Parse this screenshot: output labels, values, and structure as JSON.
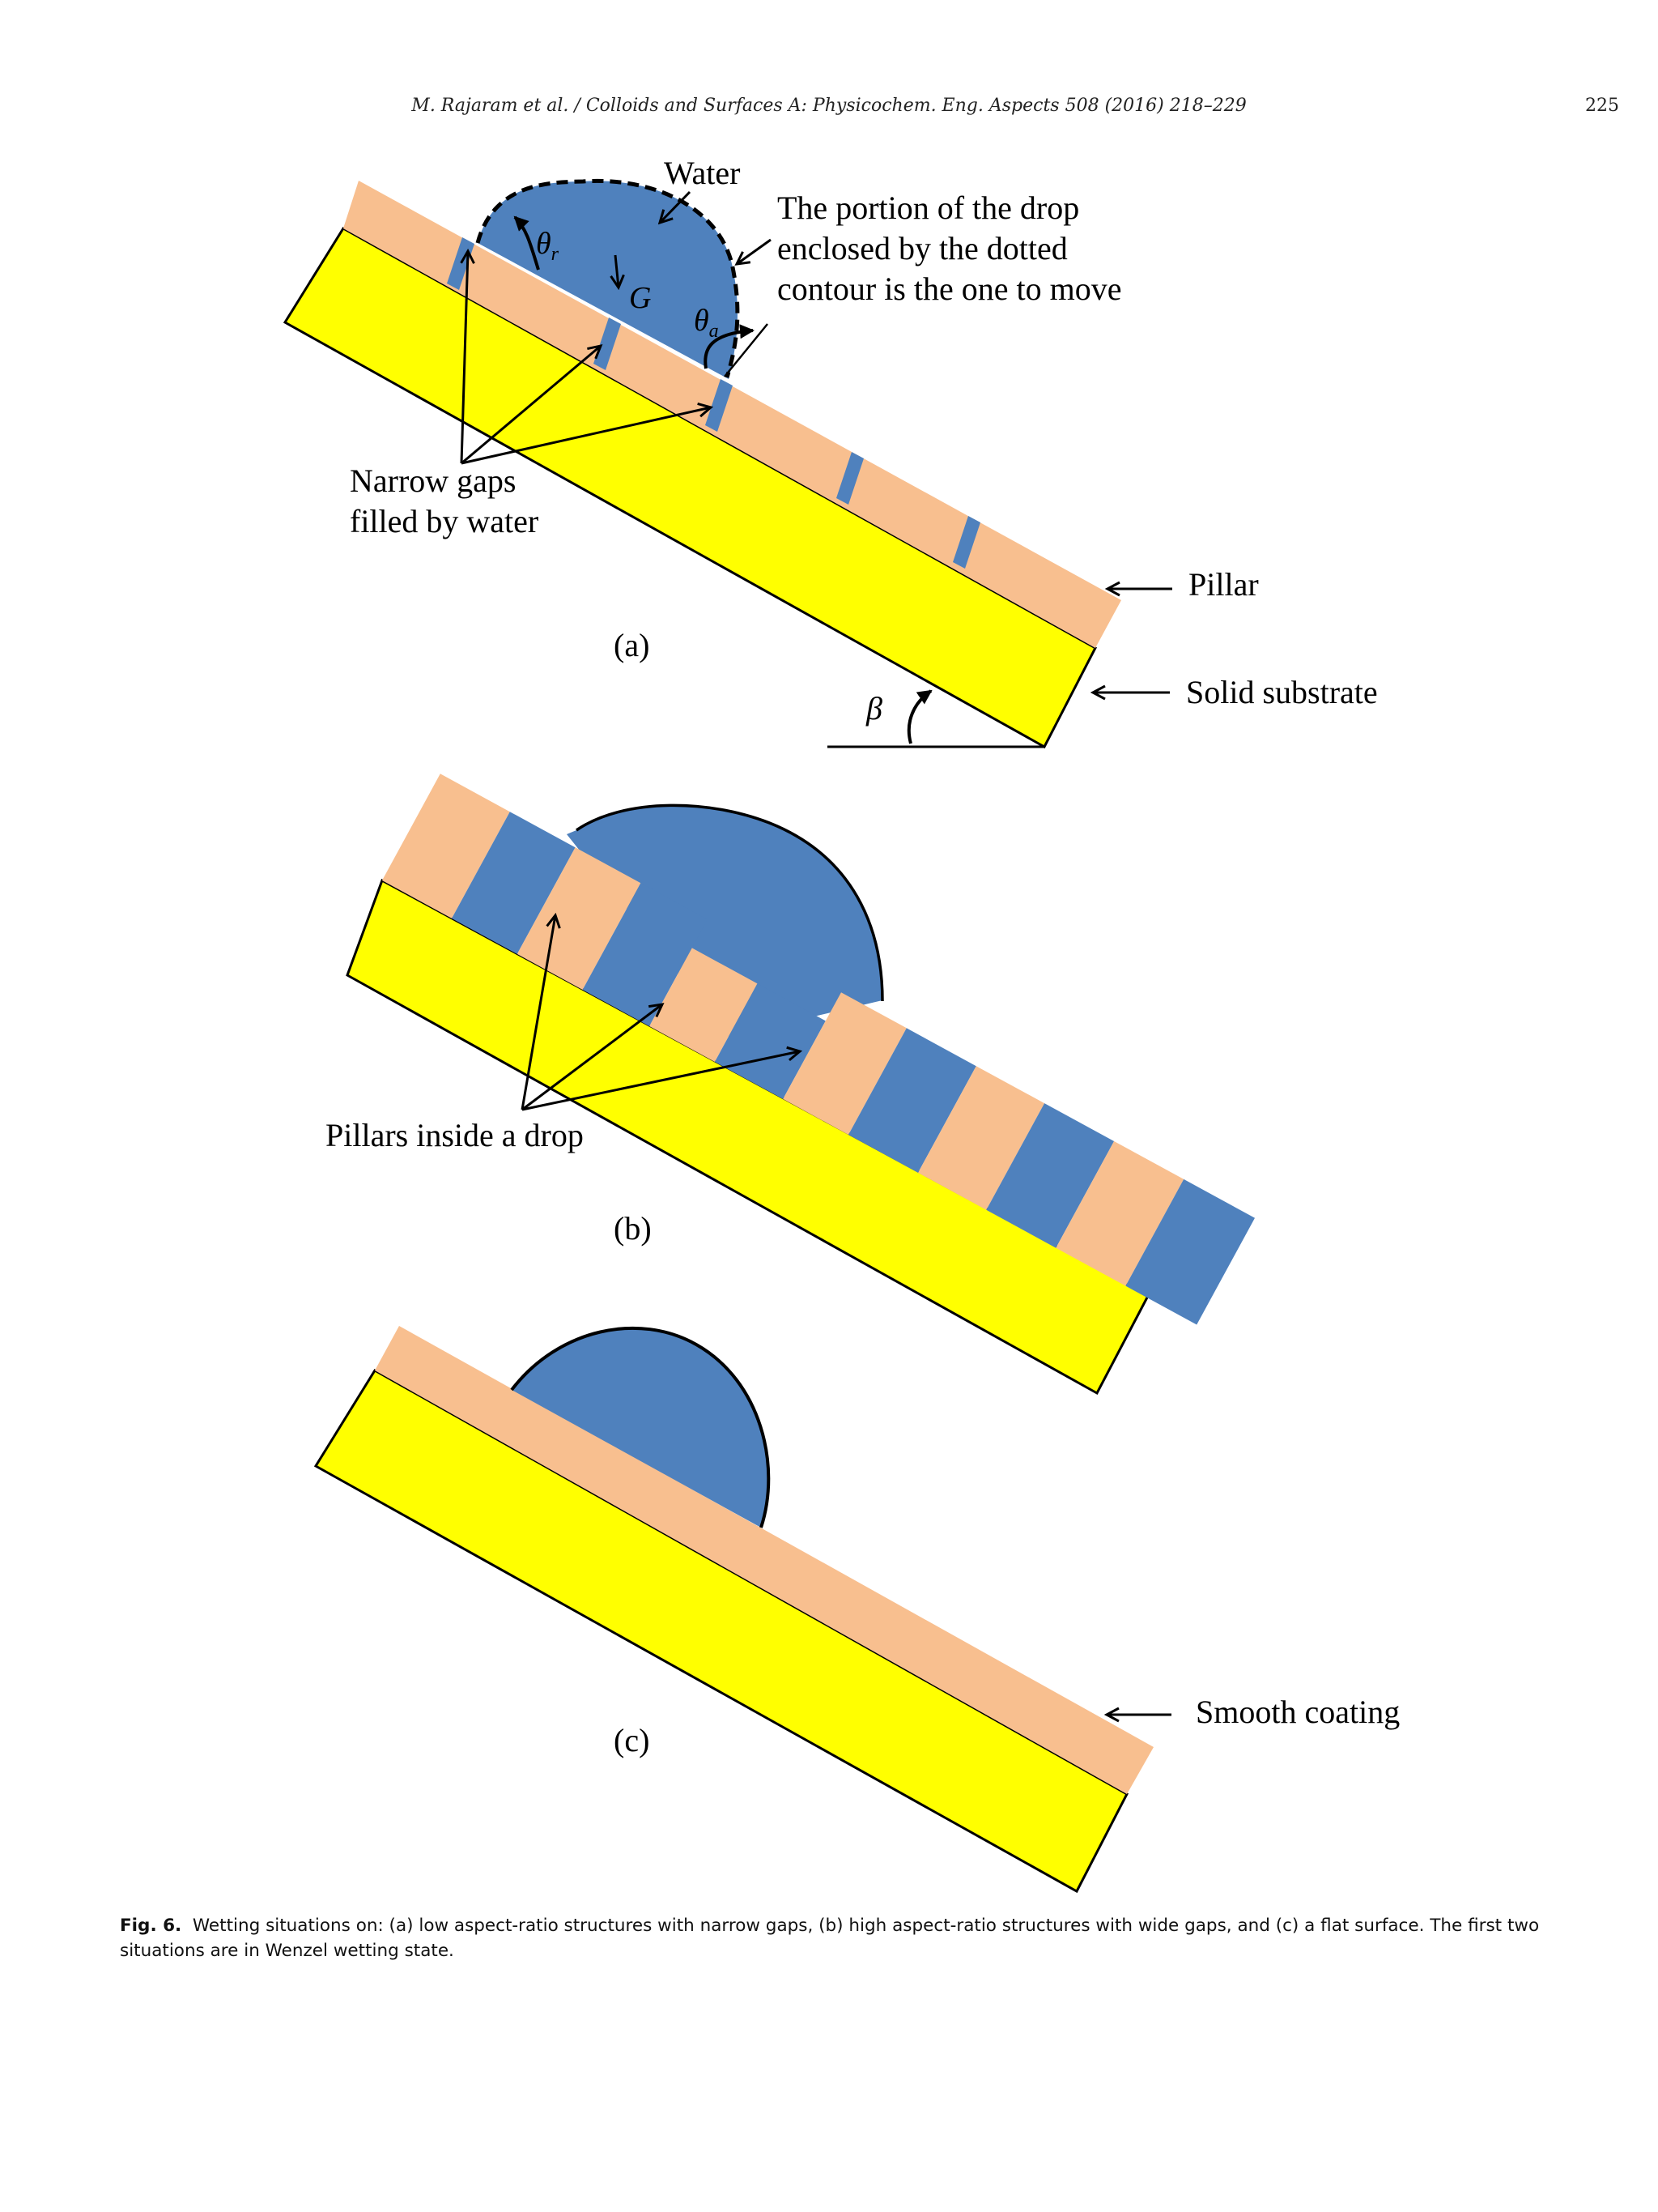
{
  "header": {
    "running_head": "M. Rajaram et al. / Colloids and Surfaces A: Physicochem. Eng. Aspects 508 (2016) 218–229",
    "page_number": "225"
  },
  "figure": {
    "colors": {
      "substrate": "#ffff00",
      "pillar": "#f8bf8f",
      "water": "#4f81bd",
      "outline": "#000000"
    },
    "panel_a": {
      "water_label": "Water",
      "note_line1": "The portion of the drop",
      "note_line2": "enclosed by the dotted",
      "note_line3": "contour is the one to move",
      "theta_r": "θ",
      "theta_r_sub": "r",
      "theta_a": "θ",
      "theta_a_sub": "a",
      "g_label": "G",
      "gaps_line1": "Narrow gaps",
      "gaps_line2": "filled by water",
      "pillar_label": "Pillar",
      "substrate_label": "Solid substrate",
      "beta_label": "β",
      "panel_label": "(a)"
    },
    "panel_b": {
      "pillars_label": "Pillars inside a drop",
      "panel_label": "(b)"
    },
    "panel_c": {
      "coating_label": "Smooth coating",
      "panel_label": "(c)"
    }
  },
  "caption": {
    "label": "Fig. 6.",
    "text": "Wetting situations on: (a) low aspect-ratio structures with narrow gaps, (b) high aspect-ratio structures with wide gaps, and (c) a flat surface. The first two situations are in Wenzel wetting state."
  }
}
